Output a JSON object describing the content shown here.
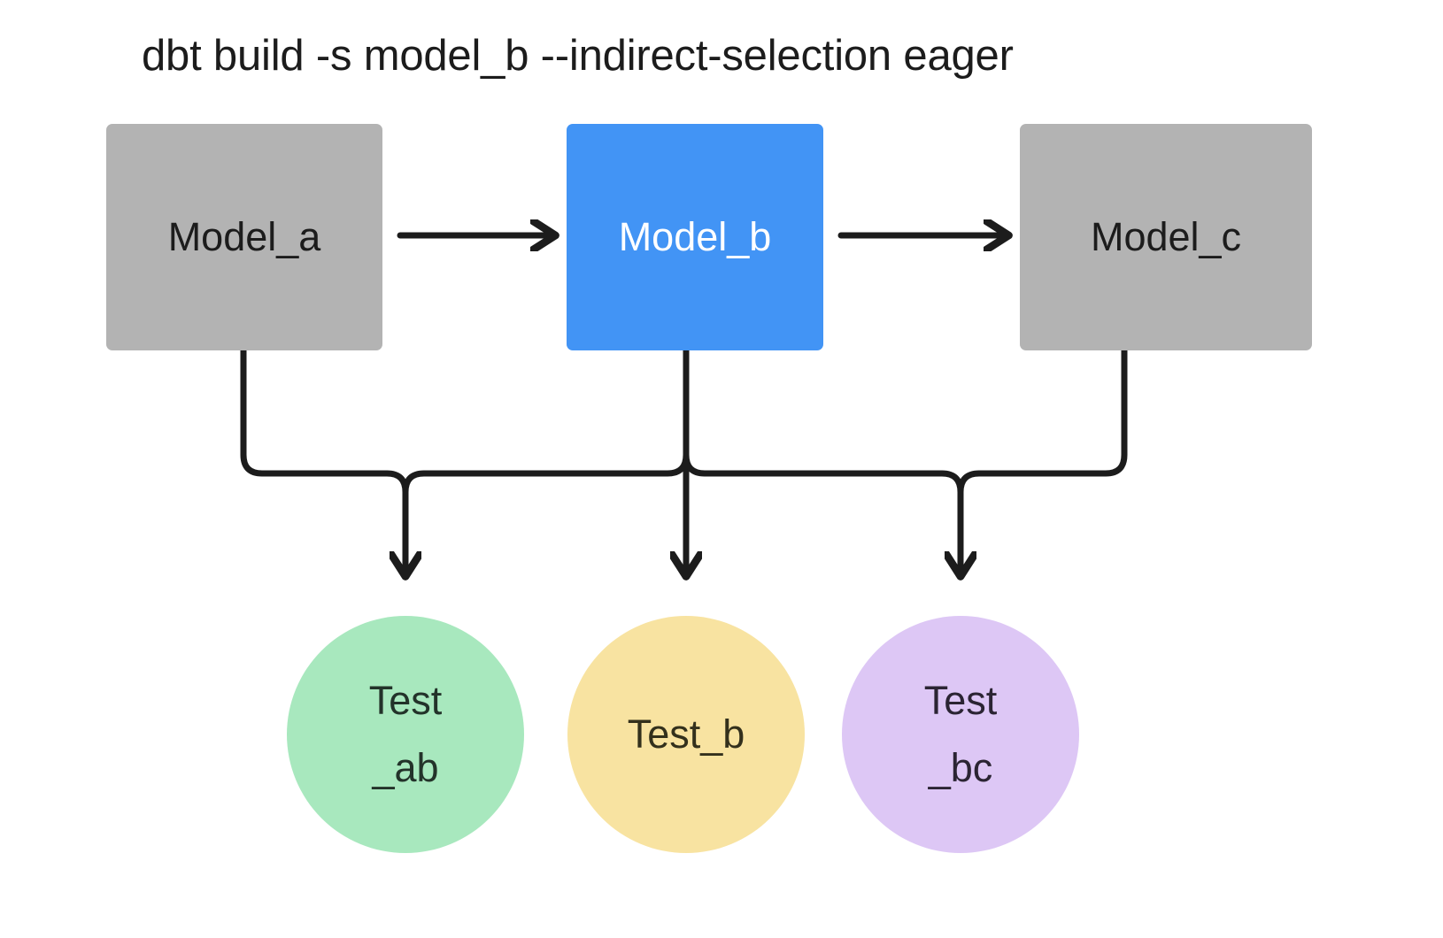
{
  "diagram": {
    "title": "dbt build -s model_b --indirect-selection eager",
    "background": "#ffffff",
    "edge_color": "#1c1c1c",
    "edge_width": 7,
    "nodes": {
      "model_a": {
        "label": "Model_a",
        "shape": "rect",
        "fill": "#b3b3b3",
        "text_color": "#1c1c1c"
      },
      "model_b": {
        "label": "Model_b",
        "shape": "rect",
        "fill": "#4294f5",
        "text_color": "#ffffff"
      },
      "model_c": {
        "label": "Model_c",
        "shape": "rect",
        "fill": "#b3b3b3",
        "text_color": "#1c1c1c"
      },
      "test_ab": {
        "label": "Test_ab",
        "line1": "Test",
        "line2": "_ab",
        "shape": "circle",
        "fill": "#a8e8be",
        "text_color": "#23332a"
      },
      "test_b": {
        "label": "Test_b",
        "line1": "Test_b",
        "line2": "",
        "shape": "circle",
        "fill": "#f8e3a1",
        "text_color": "#33301c"
      },
      "test_bc": {
        "label": "Test_bc",
        "line1": "Test",
        "line2": "_bc",
        "shape": "circle",
        "fill": "#ddc7f5",
        "text_color": "#2b2433"
      }
    },
    "edges": [
      {
        "from": "model_a",
        "to": "model_b",
        "style": "straight-arrow"
      },
      {
        "from": "model_b",
        "to": "model_c",
        "style": "straight-arrow"
      },
      {
        "from": "model_a",
        "to": "test_ab",
        "style": "elbow-arrow"
      },
      {
        "from": "model_b",
        "to": "test_ab",
        "style": "elbow-arrow"
      },
      {
        "from": "model_b",
        "to": "test_b",
        "style": "straight-arrow"
      },
      {
        "from": "model_b",
        "to": "test_bc",
        "style": "elbow-arrow"
      },
      {
        "from": "model_c",
        "to": "test_bc",
        "style": "elbow-arrow"
      }
    ]
  }
}
